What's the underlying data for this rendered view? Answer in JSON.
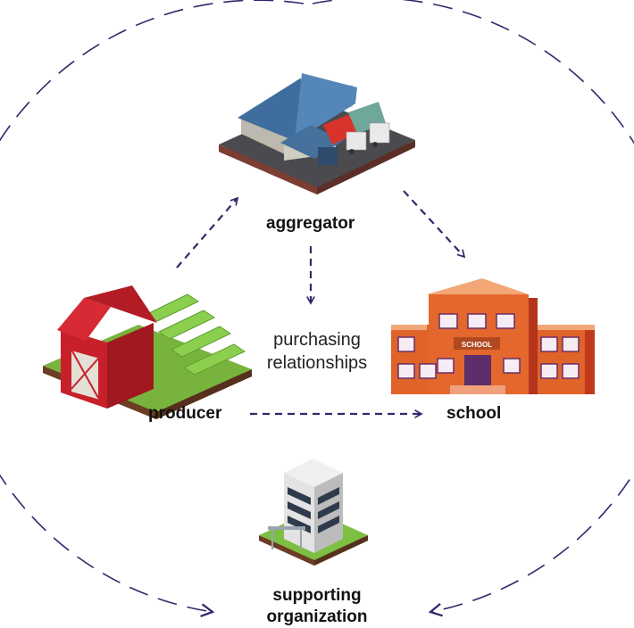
{
  "nodes": {
    "aggregator": {
      "label": "aggregator"
    },
    "producer": {
      "label": "producer"
    },
    "school": {
      "label": "school",
      "sign": "SCHOOL"
    },
    "supporting": {
      "line1": "supporting",
      "line2": "organization"
    }
  },
  "center_label": {
    "line1": "purchasing",
    "line2": "relationships"
  },
  "colors": {
    "arrow": "#2e2a6b",
    "barn_red": "#c8202b",
    "school_orange": "#e0632a",
    "grass": "#7fc241",
    "warehouse_roof": "#3f6e9e"
  },
  "icons": [
    "warehouse-icon",
    "barn-icon",
    "school-building-icon",
    "office-tower-icon"
  ]
}
